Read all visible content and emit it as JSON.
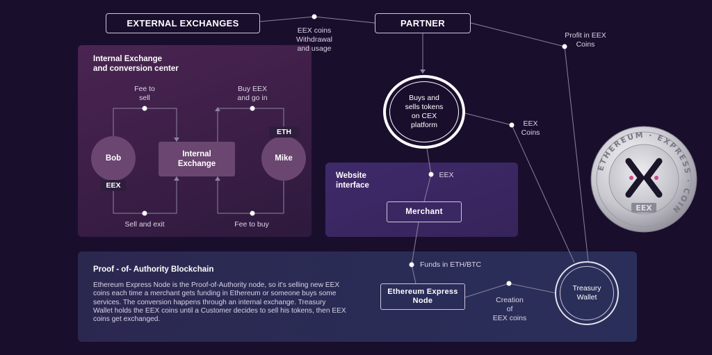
{
  "top": {
    "external_exchanges": "EXTERNAL EXCHANGES",
    "partner": "PARTNER",
    "eex_coins_label": [
      "EEX coins",
      "Withdrawal",
      "and usage"
    ],
    "profit_label": [
      "Profit in EEX",
      "Coins"
    ]
  },
  "internal": {
    "title": [
      "Internal Exchange",
      "and conversion center"
    ],
    "fee_to_sell": [
      "Fee to",
      "sell"
    ],
    "buy_eex": [
      "Buy EEX",
      "and go in"
    ],
    "bob": "Bob",
    "mike": "Mike",
    "eex_tag": "EEX",
    "eth_tag": "ETH",
    "exchange": [
      "Internal",
      "Exchange"
    ],
    "sell_and_exit": "Sell and exit",
    "fee_to_buy": "Fee to buy"
  },
  "cex": {
    "text": [
      "Buys and",
      "sells tokens",
      "on CEX",
      "platform"
    ],
    "eex_coins": [
      "EEX",
      "Coins"
    ]
  },
  "website": {
    "title": [
      "Website",
      "interface"
    ],
    "eex": "EEX",
    "merchant": "Merchant"
  },
  "poa": {
    "title": "Proof - of- Authority Blockchain",
    "body": "Ethereum Express Node is the Proof-of-Authority node, so it's selling new EEX coins each time a merchant gets funding in Ethereum or someone buys some services. The conversion happens through an internal exchange. Treasury Wallet holds the EEX coins until a Customer decides to sell his tokens, then EEX coins get exchanged.",
    "funds": "Funds in ETH/BTC",
    "node": [
      "Ethereum Express",
      "Node"
    ],
    "creation": [
      "Creation",
      "of",
      "EEX coins"
    ],
    "treasury": [
      "Treasury",
      "Wallet"
    ]
  },
  "coin": {
    "ring_text": "ETHEREUM · EXPRESS · COIN",
    "badge": "EEX"
  },
  "colors": {
    "background": "#1a0e2d",
    "internal_panel": "#4a2552",
    "website_panel": "#3f2a6a",
    "poa_panel": "#2a2f5a",
    "node_fill": "#6a4670",
    "line": "#8c84a0"
  }
}
